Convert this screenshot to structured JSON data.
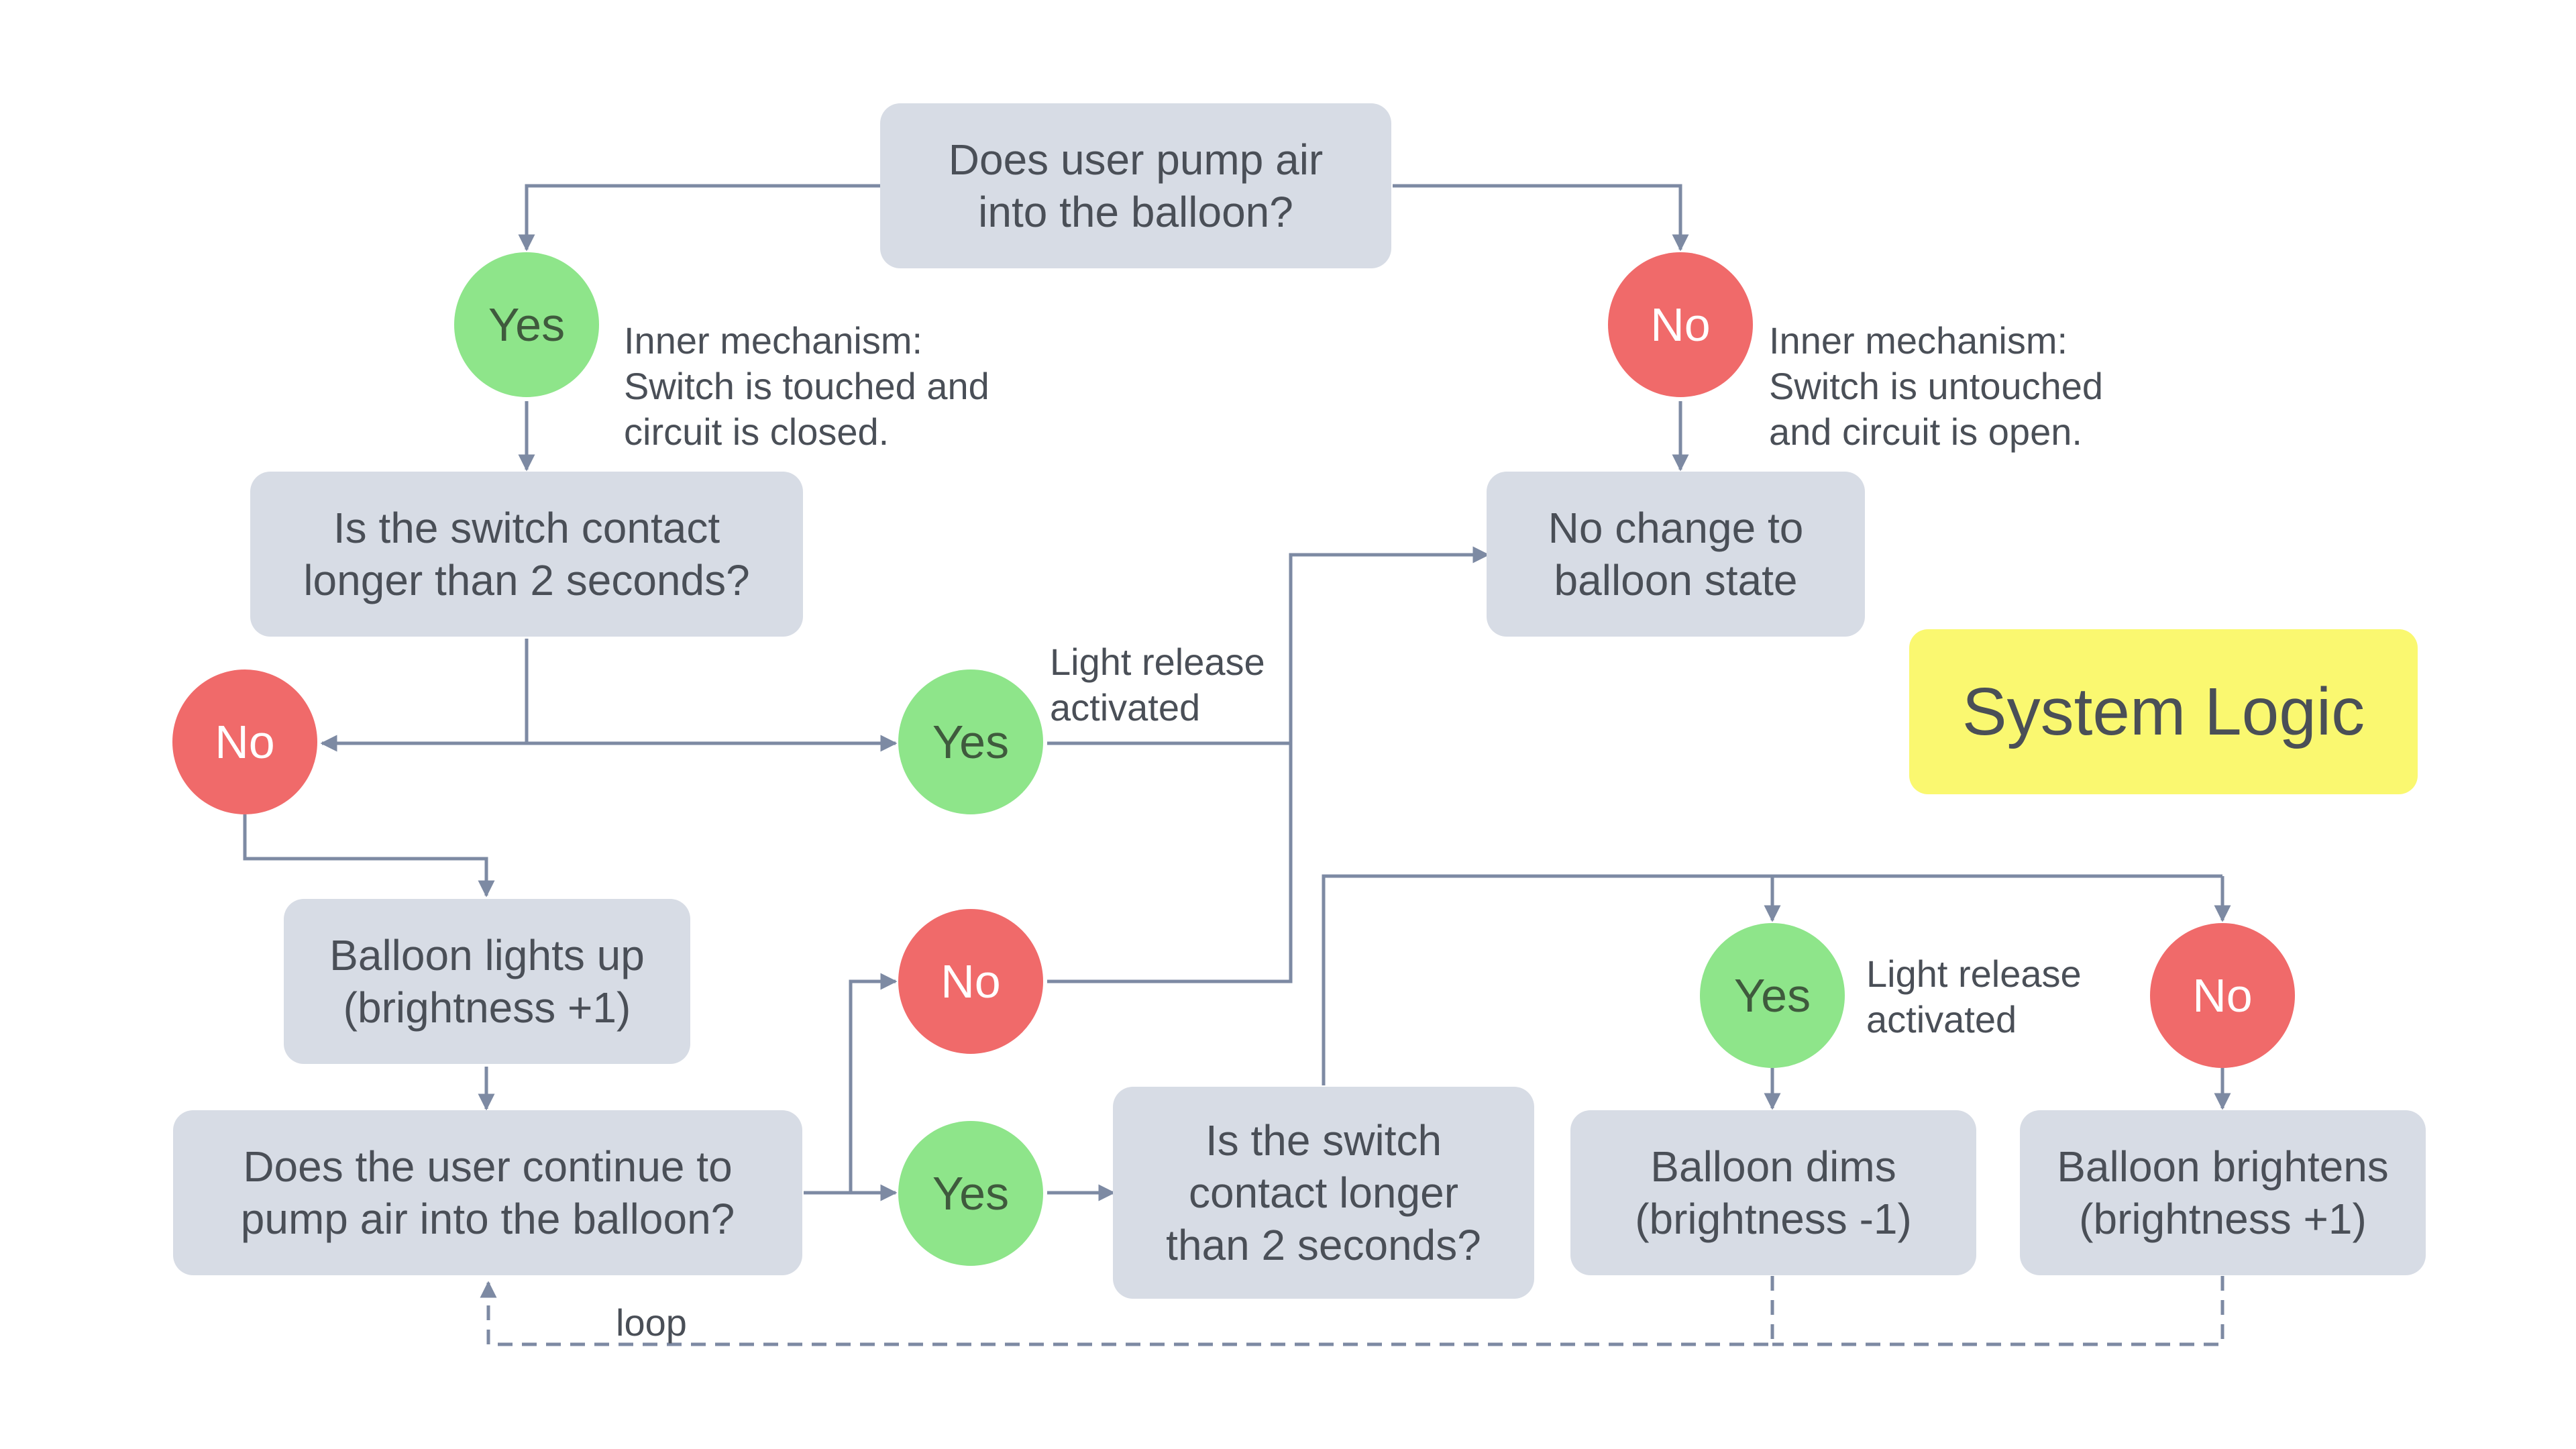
{
  "title": "System Logic",
  "colors": {
    "box": "#d7dce5",
    "yes": "#8ee58a",
    "no": "#f06a6a",
    "connector": "#7d8aa3",
    "title_bg": "#faf870"
  },
  "nodes": {
    "q_pump": "Does user pump air\ninto the balloon?",
    "q_switch1": "Is the switch contact\nlonger than 2 seconds?",
    "no_change": "No change to\nballoon state",
    "lights_up": "Balloon lights up\n(brightness +1)",
    "q_continue": "Does the user continue to\npump air into the balloon?",
    "q_switch2": "Is the switch\ncontact longer\nthan 2 seconds?",
    "dims": "Balloon dims\n(brightness -1)",
    "brightens": "Balloon brightens\n(brightness +1)"
  },
  "answers": {
    "yes": "Yes",
    "no": "No"
  },
  "notes": {
    "inner_closed": "Inner mechanism:\nSwitch is touched and\ncircuit is closed.",
    "inner_open": "Inner mechanism:\nSwitch is untouched\nand circuit is open.",
    "light_release_1": "Light release\nactivated",
    "light_release_2": "Light release\nactivated",
    "loop": "loop"
  }
}
